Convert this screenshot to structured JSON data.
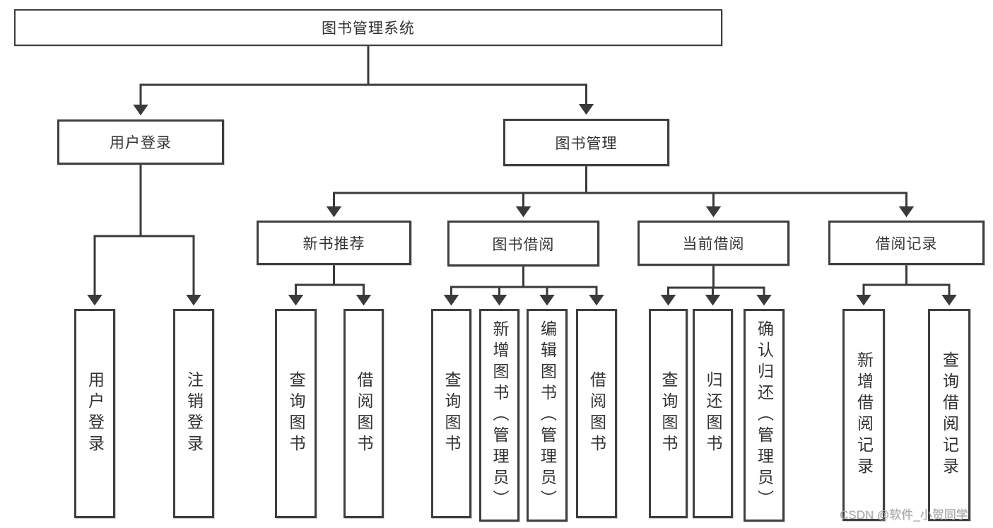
{
  "diagram_title": "图书管理系统",
  "tree": {
    "root": {
      "label": "图书管理系统",
      "children": [
        {
          "label": "用户登录",
          "children": [
            {
              "label": "用户登录"
            },
            {
              "label": "注销登录"
            }
          ]
        },
        {
          "label": "图书管理",
          "children": [
            {
              "label": "新书推荐",
              "children": [
                {
                  "label": "查询图书"
                },
                {
                  "label": "借阅图书"
                }
              ]
            },
            {
              "label": "图书借阅",
              "children": [
                {
                  "label": "查询图书"
                },
                {
                  "label": "新增图书（管理员）"
                },
                {
                  "label": "编辑图书（管理员）"
                },
                {
                  "label": "借阅图书"
                }
              ]
            },
            {
              "label": "当前借阅",
              "children": [
                {
                  "label": "查询图书"
                },
                {
                  "label": "归还图书"
                },
                {
                  "label": "确认归还（管理员）"
                }
              ]
            },
            {
              "label": "借阅记录",
              "children": [
                {
                  "label": "新增借阅记录"
                },
                {
                  "label": "查询借阅记录"
                }
              ]
            }
          ]
        }
      ]
    }
  },
  "watermark": "CSDN @软件_小贺同学",
  "colors": {
    "border": "#3f3f3f",
    "line": "#3a3a3a",
    "text": "#333333",
    "watermark": "#a9a9a9",
    "background": "#ffffff"
  }
}
